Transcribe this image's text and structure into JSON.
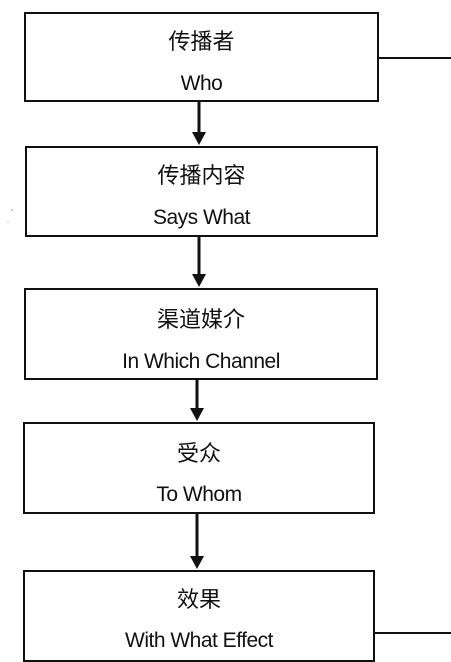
{
  "steps": [
    {
      "zh": "传播者",
      "en": "Who"
    },
    {
      "zh": "传播内容",
      "en": "Says What"
    },
    {
      "zh": "渠道媒介",
      "en": "In Which Channel"
    },
    {
      "zh": "受众",
      "en": "To Whom"
    },
    {
      "zh": "效果",
      "en": "With What Effect"
    }
  ]
}
